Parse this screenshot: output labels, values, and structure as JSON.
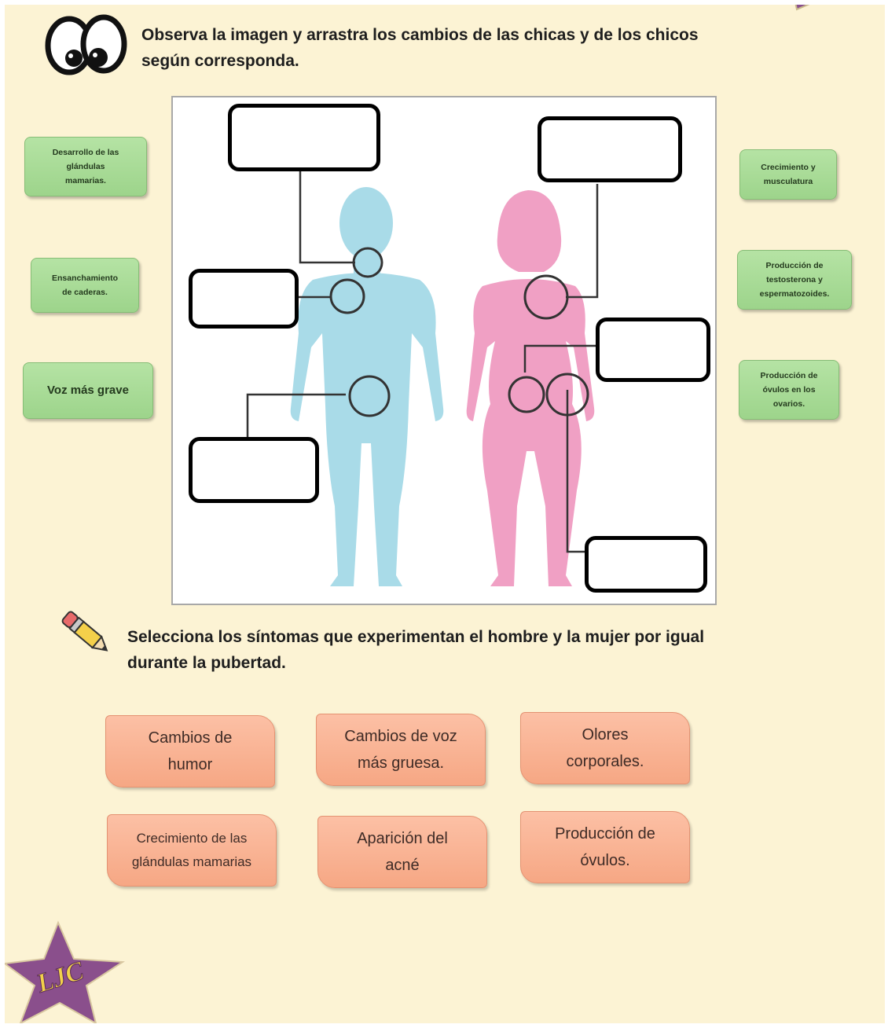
{
  "instructions": {
    "drag": {
      "line1": "Observa la imagen y arrastra los cambios de las chicas y de los chicos",
      "line2": "según corresponda."
    },
    "select": {
      "line1": "Selecciona los síntomas que experimentan el hombre y la mujer por igual",
      "line2": "durante la pubertad."
    }
  },
  "drag_items": {
    "left": [
      {
        "lines": [
          "Desarrollo de las",
          "glándulas",
          "mamarias."
        ]
      },
      {
        "lines": [
          "Ensanchamiento",
          "de caderas."
        ]
      },
      {
        "lines": [
          "Voz más grave"
        ]
      }
    ],
    "right": [
      {
        "lines": [
          "Crecimiento y",
          "musculatura"
        ]
      },
      {
        "lines": [
          "Producción de",
          "testosterona y",
          "espermatozoides."
        ]
      },
      {
        "lines": [
          "Producción de",
          "óvulos en los",
          "ovarios."
        ]
      }
    ]
  },
  "options": [
    {
      "lines": [
        "Cambios de",
        "humor"
      ]
    },
    {
      "lines": [
        "Cambios de voz",
        "más gruesa."
      ]
    },
    {
      "lines": [
        "Olores",
        "corporales."
      ]
    },
    {
      "lines": [
        "Crecimiento de las",
        "glándulas mamarias"
      ]
    },
    {
      "lines": [
        "Aparición del",
        "acné"
      ]
    },
    {
      "lines": [
        "Producción de",
        "óvulos."
      ]
    }
  ],
  "logo": {
    "text": "LJC"
  },
  "colors": {
    "background": "#fcf3d4",
    "male_figure": "#a9dbe8",
    "female_figure": "#f0a0c4",
    "chip_green": "#a8dc96",
    "option_salmon": "#f8b191",
    "star": "#8a4f8c"
  },
  "icons": [
    "eyes-icon",
    "pencil-icon",
    "star-logo-icon"
  ]
}
